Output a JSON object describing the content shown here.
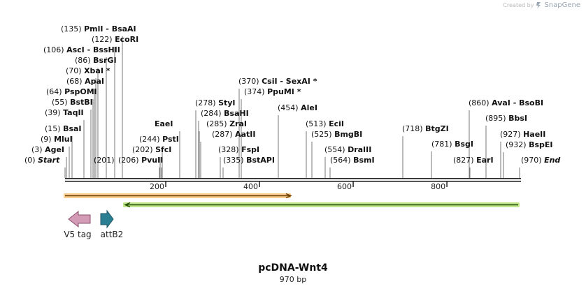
{
  "branding": {
    "created_by": "Created by",
    "app_name": "SnapGene"
  },
  "sequence": {
    "name": "pcDNA-Wnt4",
    "size_label": "970 bp",
    "length": 970
  },
  "map": {
    "start_label": "Start",
    "end_label": "End",
    "ruler_ticks": [
      200,
      400,
      600,
      800
    ]
  },
  "sites": [
    {
      "pos": "(0)",
      "name": "Start",
      "loc": 0,
      "italic": true
    },
    {
      "pos": "(3)",
      "name": "AgeI",
      "loc": 3
    },
    {
      "pos": "(9)",
      "name": "MluI",
      "loc": 9
    },
    {
      "pos": "(15)",
      "name": "BsaI",
      "loc": 15
    },
    {
      "pos": "(39)",
      "name": "TaqII",
      "loc": 39
    },
    {
      "pos": "(55)",
      "name": "BstBI",
      "loc": 55
    },
    {
      "pos": "(64)",
      "name": "PspOMI",
      "loc": 64
    },
    {
      "pos": "(68)",
      "name": "ApaI",
      "loc": 68
    },
    {
      "pos": "(70)",
      "name": "XbaI *",
      "loc": 70
    },
    {
      "pos": "(86)",
      "name": "BsrGI",
      "loc": 86
    },
    {
      "pos": "(106)",
      "name": "AscI  -  BssHII",
      "loc": 106
    },
    {
      "pos": "(122)",
      "name": "EcoRI",
      "loc": 122
    },
    {
      "pos": "(135)",
      "name": "PmlI  -  BsaAI",
      "loc": 135
    },
    {
      "pos": "(201)",
      "name": "",
      "loc": 201
    },
    {
      "pos": "(202)",
      "name": "SfcI",
      "loc": 202
    },
    {
      "pos": "(206)",
      "name": "PvuII",
      "loc": 206
    },
    {
      "pos": "(244)",
      "name": "PstI",
      "loc": 244
    },
    {
      "pos": "",
      "name": "EaeI",
      "loc": 250
    },
    {
      "pos": "(278)",
      "name": "StyI",
      "loc": 278
    },
    {
      "pos": "(284)",
      "name": "BsaHI",
      "loc": 284
    },
    {
      "pos": "(285)",
      "name": "ZraI",
      "loc": 285
    },
    {
      "pos": "(287)",
      "name": "AatII",
      "loc": 287
    },
    {
      "pos": "(328)",
      "name": "FspI",
      "loc": 328
    },
    {
      "pos": "(335)",
      "name": "BstAPI",
      "loc": 335
    },
    {
      "pos": "(370)",
      "name": "CsiI  -  SexAI *",
      "loc": 370
    },
    {
      "pos": "(374)",
      "name": "PpuMI *",
      "loc": 374
    },
    {
      "pos": "(454)",
      "name": "AleI",
      "loc": 454
    },
    {
      "pos": "(513)",
      "name": "EciI",
      "loc": 513
    },
    {
      "pos": "(525)",
      "name": "BmgBI",
      "loc": 525
    },
    {
      "pos": "(554)",
      "name": "DraIII",
      "loc": 554
    },
    {
      "pos": "(564)",
      "name": "BsmI",
      "loc": 564
    },
    {
      "pos": "(718)",
      "name": "BtgZI",
      "loc": 718
    },
    {
      "pos": "(781)",
      "name": "BsgI",
      "loc": 781
    },
    {
      "pos": "(827)",
      "name": "EarI",
      "loc": 827
    },
    {
      "pos": "(860)",
      "name": "AvaI  -  BsoBI",
      "loc": 860
    },
    {
      "pos": "(895)",
      "name": "BbsI",
      "loc": 895
    },
    {
      "pos": "(927)",
      "name": "HaeII",
      "loc": 927
    },
    {
      "pos": "(932)",
      "name": "BspEI",
      "loc": 932
    },
    {
      "pos": "(970)",
      "name": "End",
      "loc": 970,
      "italic": true
    }
  ],
  "features": [
    {
      "name": "V5 tag",
      "color": "#d49bb6",
      "stroke": "#8a4f6c",
      "direction": "reverse"
    },
    {
      "name": "attB2",
      "color": "#2b7f93",
      "stroke": "#1c5564",
      "direction": "forward"
    }
  ],
  "bars": [
    {
      "name": "orange-feature-bar",
      "color": "#f2a63a",
      "direction": "forward"
    },
    {
      "name": "green-feature-bar",
      "color": "#8ccf2e",
      "direction": "reverse"
    }
  ]
}
